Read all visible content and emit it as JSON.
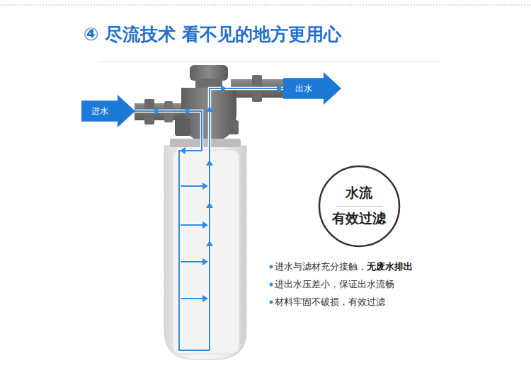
{
  "diagram": {
    "title": "④ 尽流技术 看不见的地方更用心",
    "nodes": [
      {
        "text": [
          "进水"
        ]
      },
      {
        "text": [
          "出水"
        ]
      },
      {
        "text": [
          "水流",
          "有效过滤"
        ]
      }
    ],
    "edges": [
      {
        "from": 0,
        "to": 1,
        "arrow": "to"
      }
    ],
    "labels": [
      "进水与滤材充分接触，",
      "无废水排出",
      "进出水压差小，保证出水流畅",
      "材料牢固不破损，有效过滤"
    ]
  }
}
